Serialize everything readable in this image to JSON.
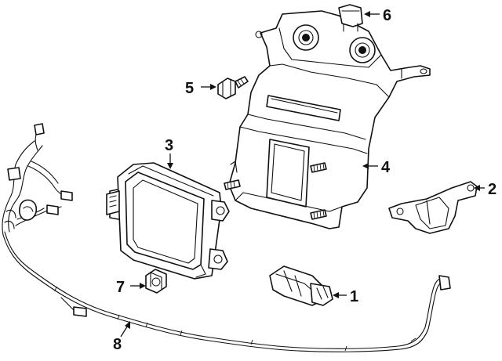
{
  "diagram": {
    "callouts": [
      {
        "id": "c1",
        "number": "1"
      },
      {
        "id": "c2",
        "number": "2"
      },
      {
        "id": "c3",
        "number": "3"
      },
      {
        "id": "c4",
        "number": "4"
      },
      {
        "id": "c5",
        "number": "5"
      },
      {
        "id": "c6",
        "number": "6"
      },
      {
        "id": "c7",
        "number": "7"
      },
      {
        "id": "c8",
        "number": "8"
      }
    ]
  },
  "colors": {
    "line": "#111111",
    "background": "#ffffff"
  }
}
